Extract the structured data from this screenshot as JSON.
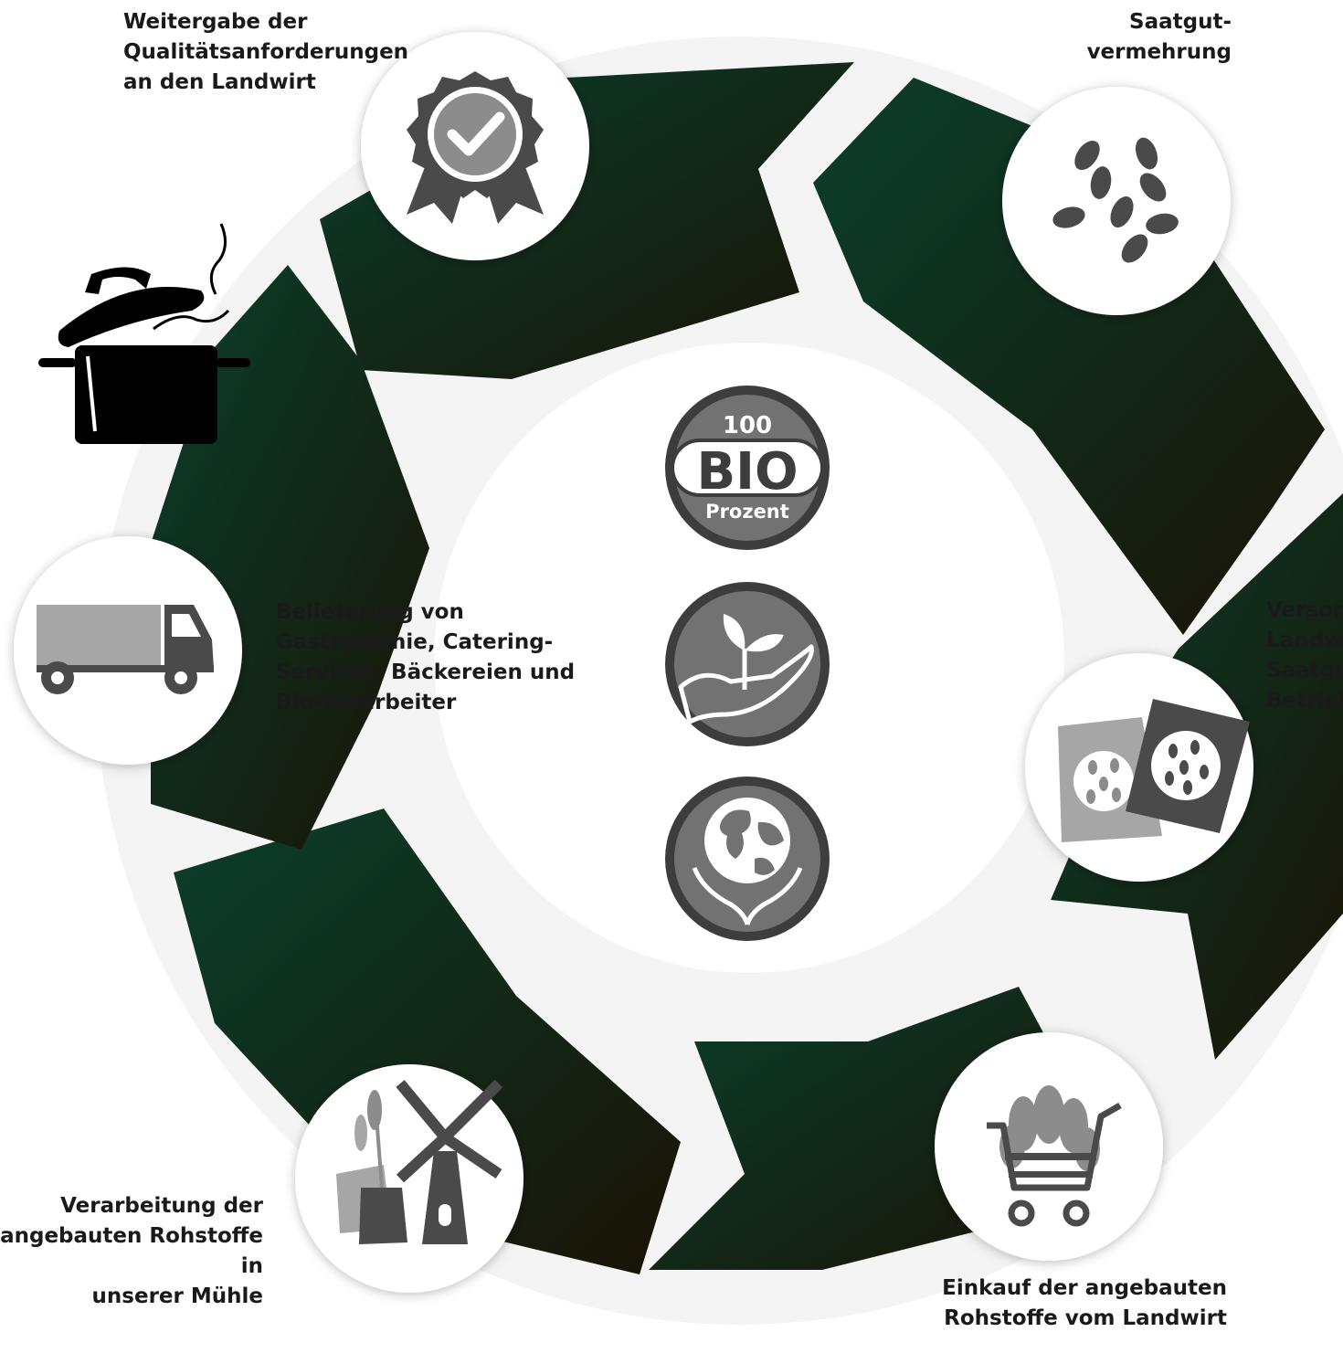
{
  "colors": {
    "arrow_dark": "#0a3f2b",
    "arrow_light": "#1a1206",
    "circle_bg": "#ffffff",
    "icon_gray": "#8c8c8c",
    "icon_dark": "#4a4a4a",
    "badge_ring": "#3d3d3d",
    "badge_fill": "#727272"
  },
  "steps": [
    {
      "id": "quality",
      "label": "Weitergabe der\nQualitätsanforderungen\nan den Landwirt",
      "icon": "award-check-icon"
    },
    {
      "id": "seed",
      "label": "Saatgut-\nvermehrung",
      "icon": "seeds-icon"
    },
    {
      "id": "supply",
      "label": "Versorg\nLandwi\nSaatgut\nBetrieb",
      "icon": "seed-bags-icon"
    },
    {
      "id": "purchase",
      "label": "Einkauf der angebauten\nRohstoffe vom Landwirt",
      "icon": "grain-cart-icon"
    },
    {
      "id": "mill",
      "label": "Verarbeitung der\nangebauten Rohstoffe in\nunserer Mühle",
      "icon": "windmill-icon"
    },
    {
      "id": "delivery",
      "label": "Belieferung von\nGastronomie, Catering-\nServices, Bäckereien und\nBio-Verarbeiter",
      "icon": "truck-icon"
    }
  ],
  "badges": {
    "bio": {
      "top": "100",
      "main": "BIO",
      "bottom": "Prozent"
    },
    "plant": {
      "icon": "plant-in-hand-icon"
    },
    "earth": {
      "icon": "earth-in-hands-icon"
    }
  },
  "pot": {
    "icon": "cooking-pot-icon"
  }
}
